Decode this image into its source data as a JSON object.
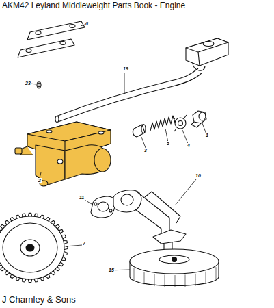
{
  "diagram": {
    "title": "AKM42 Leyland Middleweight Parts Book - Engine",
    "labels": [
      "6",
      "19",
      "23",
      "2",
      "3",
      "5",
      "4",
      "1",
      "11",
      "10",
      "7",
      "15",
      "J Charnley & Sons"
    ]
  }
}
